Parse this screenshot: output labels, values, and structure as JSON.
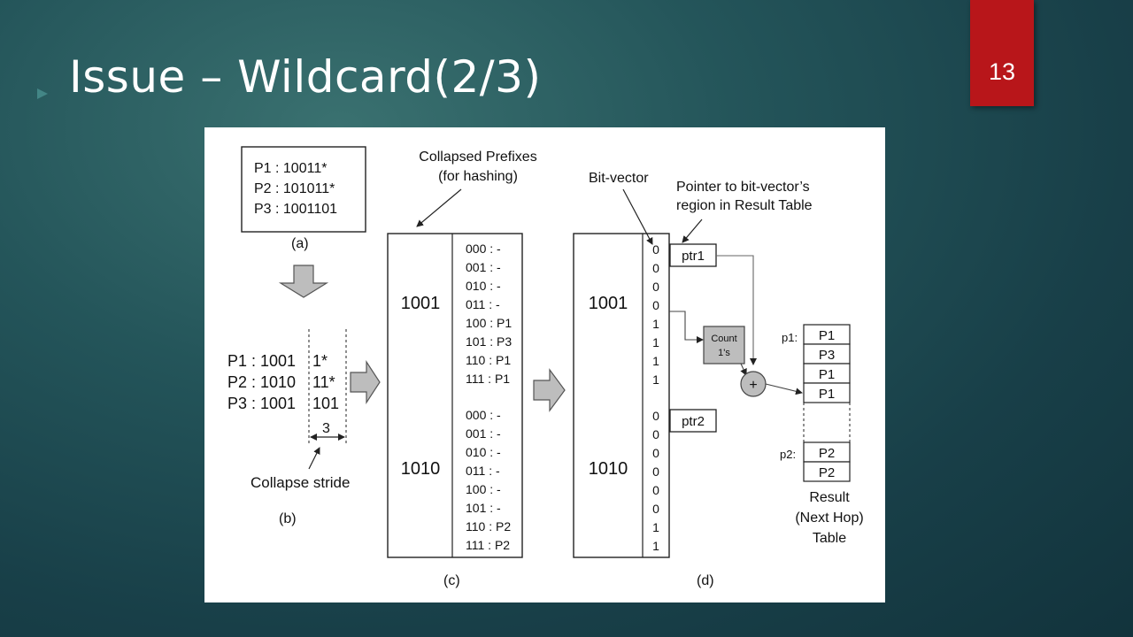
{
  "slide": {
    "title": "Issue – Wildcard(2/3)",
    "page_number": "13"
  },
  "figure": {
    "panel_a": {
      "prefixes": [
        "P1 : 10011*",
        "P2 : 101011*",
        "P3 : 1001101"
      ],
      "label": "(a)"
    },
    "panel_b": {
      "rows": [
        {
          "left": "P1 : 1001",
          "right": "1*"
        },
        {
          "left": "P2 : 1010",
          "right": "11*"
        },
        {
          "left": "P3 : 1001",
          "right": "101"
        }
      ],
      "stride": "3",
      "stride_caption": "Collapse stride",
      "label": "(b)"
    },
    "panel_c": {
      "annotation_lines": [
        "Collapsed Prefixes",
        "(for hashing)"
      ],
      "blocks": [
        {
          "key": "1001",
          "entries": [
            "000 :  -",
            "001 :  -",
            "010 :  -",
            "011 :  -",
            "100 : P1",
            "101 : P3",
            "110 : P1",
            "111 : P1"
          ]
        },
        {
          "key": "1010",
          "entries": [
            "000 :  -",
            "001 :  -",
            "010 :  -",
            "011 :  -",
            "100 :  -",
            "101 :  -",
            "110 : P2",
            "111 : P2"
          ]
        }
      ],
      "label": "(c)"
    },
    "panel_d": {
      "bit_vector_label": "Bit-vector",
      "pointer_note_lines": [
        "Pointer to bit-vector’s",
        "region in Result Table"
      ],
      "blocks": [
        {
          "key": "1001",
          "bits": [
            "0",
            "0",
            "0",
            "0",
            "1",
            "1",
            "1",
            "1"
          ],
          "pointer": "ptr1"
        },
        {
          "key": "1010",
          "bits": [
            "0",
            "0",
            "0",
            "0",
            "0",
            "0",
            "1",
            "1"
          ],
          "pointer": "ptr2"
        }
      ],
      "count_box_lines": [
        "Count",
        "1's"
      ],
      "adder_symbol": "+",
      "label": "(d)"
    },
    "result_table": {
      "groups": [
        {
          "tag": "p1:",
          "cells": [
            "P1",
            "P3",
            "P1",
            "P1"
          ]
        },
        {
          "tag": "p2:",
          "cells": [
            "P2",
            "P2"
          ]
        }
      ],
      "caption_lines": [
        "Result",
        "(Next Hop)",
        "Table"
      ]
    }
  }
}
